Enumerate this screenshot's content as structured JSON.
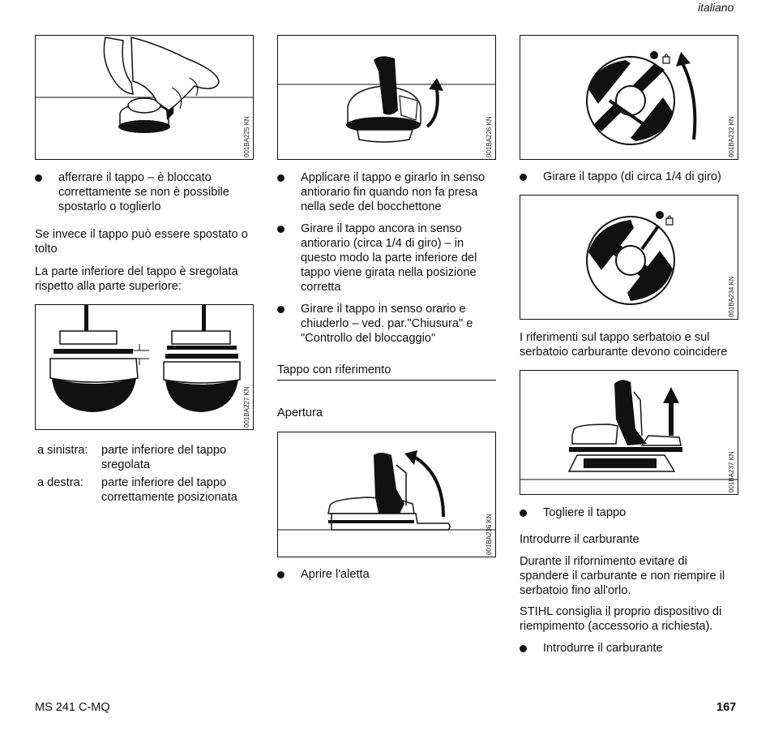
{
  "header": {
    "language": "italiano"
  },
  "figures": {
    "fig1": {
      "code": "001BA225 KN"
    },
    "fig2": {
      "code": "001BA226 KN"
    },
    "fig3": {
      "code": "001BA227 KN"
    },
    "fig4": {
      "code": "001BA236 KN"
    },
    "fig5": {
      "code": "001BA232 KN"
    },
    "fig6": {
      "code": "001BA234 KN"
    },
    "fig7": {
      "code": "001BA237 KN"
    }
  },
  "col1": {
    "bullet1": [
      "afferrare il tappo – è bloccato",
      "correttamente se non è possibile",
      "spostarlo o toglierlo"
    ],
    "heading": [
      "Se invece il tappo può essere spostato o",
      "tolto"
    ],
    "para": [
      "La parte inferiore del tappo è sregolata",
      "rispetto alla parte superiore:"
    ],
    "legend": [
      {
        "term": "a sinistra:",
        "desc": [
          "parte inferiore del tappo",
          "sregolata"
        ]
      },
      {
        "term": "a destra:",
        "desc": [
          "parte inferiore del tappo",
          "correttamente posizionata"
        ]
      }
    ]
  },
  "col2": {
    "bullet1": [
      "Applicare il tappo e girarlo in senso",
      "antiorario fin quando non fa presa",
      "nella sede del bocchettone"
    ],
    "bullet2": [
      "Girare il tappo ancora in senso",
      "antiorario (circa 1/4 di giro) – in",
      "questo modo la parte inferiore del",
      "tappo viene girata nella posizione",
      "corretta"
    ],
    "bullet3": [
      "Girare il tappo in senso orario e",
      "chiuderlo – ved. par.\"Chiusura\" e",
      "\"Controllo del bloccaggio\""
    ],
    "section_title": "Tappo con riferimento",
    "subheading": "Apertura",
    "bullet4": [
      "Aprire l'aletta"
    ]
  },
  "col3": {
    "bullet1": [
      "Girare il tappo (di circa 1/4 di giro)"
    ],
    "para1": [
      "I riferimenti sul tappo serbatoio e sul",
      "serbatoio carburante devono coincidere"
    ],
    "bullet2": [
      "Togliere il tappo"
    ],
    "heading": "Introdurre il carburante",
    "para2": [
      "Durante il rifornimento evitare di",
      "spandere il carburante e non riempire il",
      "serbatoio fino all'orlo."
    ],
    "para3": [
      "STIHL consiglia il proprio dispositivo di",
      "riempimento (accessorio a richiesta)."
    ],
    "bullet3": [
      "Introdurre il carburante"
    ]
  },
  "footer": {
    "model": "MS 241 C-MQ",
    "page": "167"
  },
  "colors": {
    "ink": "#111111",
    "paper": "#ffffff"
  }
}
